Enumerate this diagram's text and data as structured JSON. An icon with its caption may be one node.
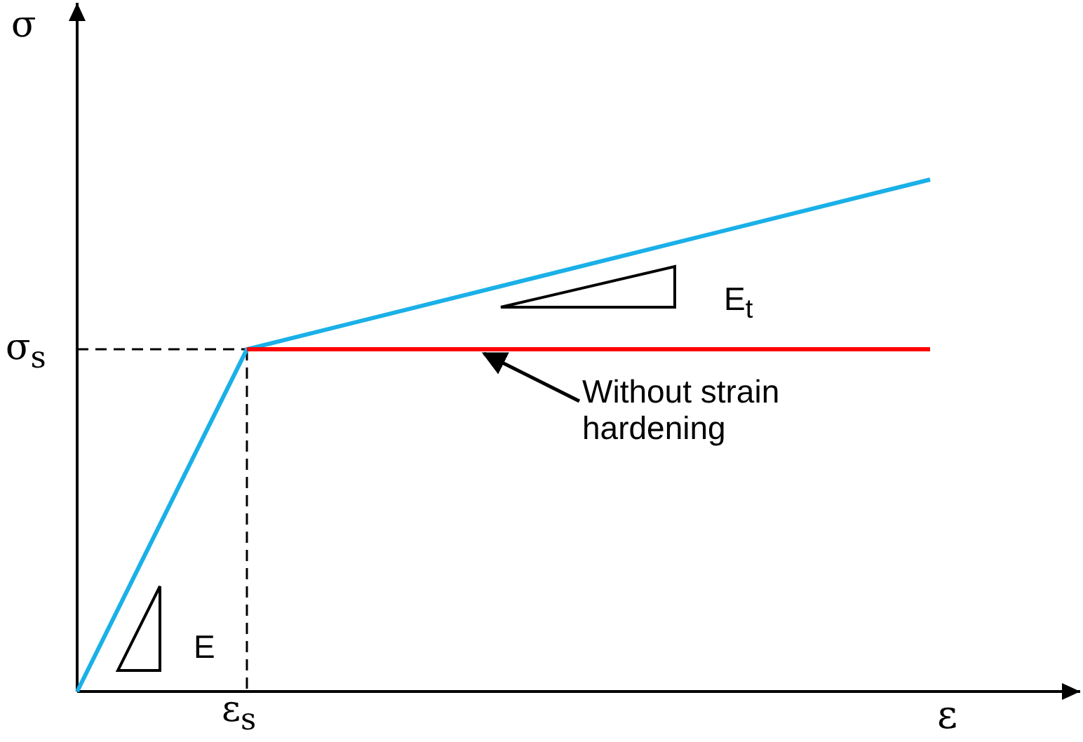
{
  "diagram": {
    "nodes": [
      {
        "text": [
          "Without strain hardening"
        ]
      },
      {
        "text": [],
        "shape": "bar"
      }
    ],
    "edges": [
      {
        "from": 0,
        "to": 1,
        "arrow": "to"
      }
    ],
    "labels": [
      "σ",
      "σ$_{s}$",
      "E$_{t}$",
      "E",
      "ε$_{s}$",
      "ε"
    ]
  }
}
